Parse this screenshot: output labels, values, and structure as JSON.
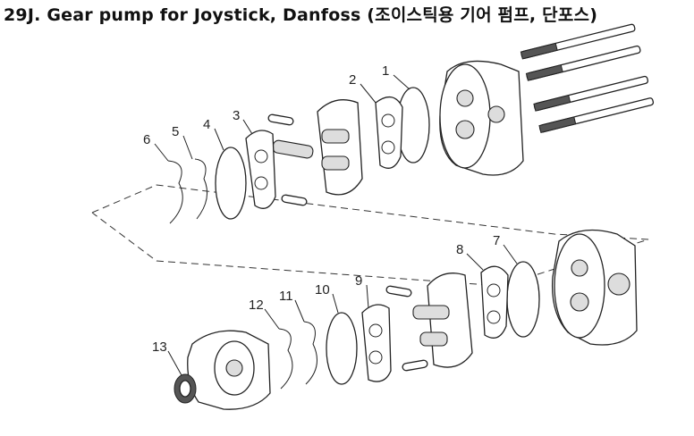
{
  "title": "29J. Gear pump for Joystick, Danfoss (조이스틱용 기어 펌프, 단포스)",
  "part_numbers": [
    "1",
    "2",
    "3",
    "4",
    "5",
    "6",
    "7",
    "8",
    "9",
    "10",
    "11",
    "12",
    "13"
  ]
}
